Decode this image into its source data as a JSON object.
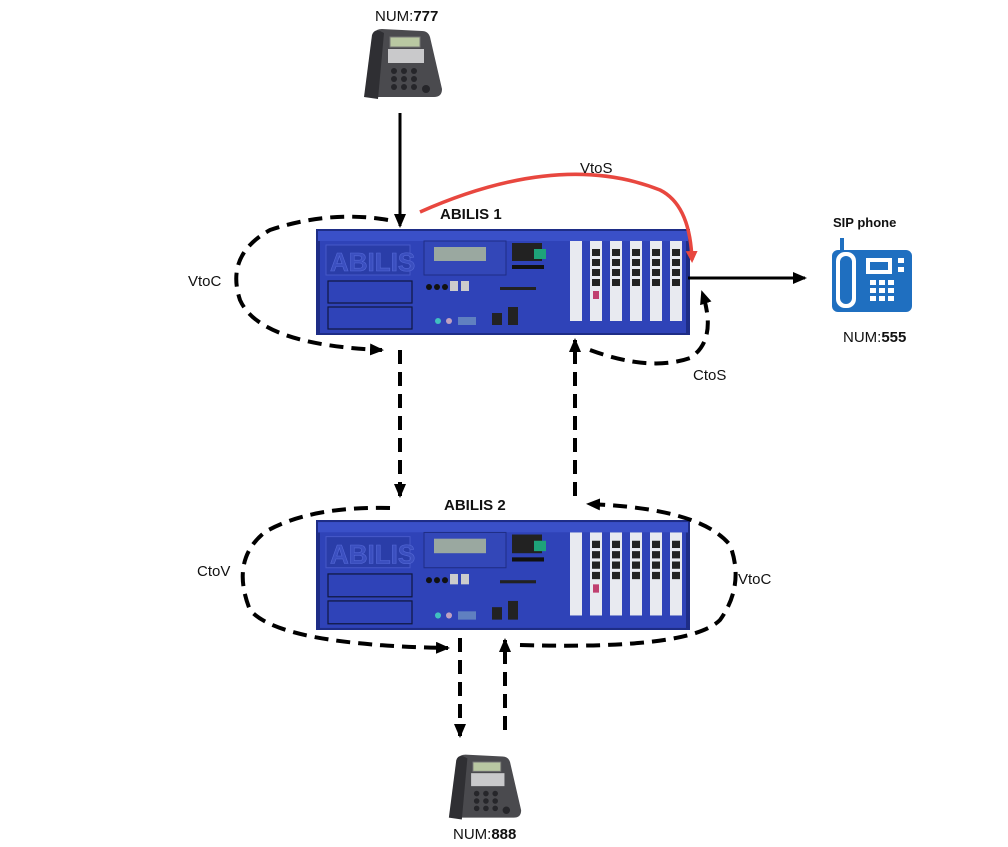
{
  "diagram": {
    "nodes": {
      "phone_top": {
        "prefix": "NUM:",
        "number": "777",
        "kind": "desk-phone"
      },
      "phone_bottom": {
        "prefix": "NUM:",
        "number": "888",
        "kind": "desk-phone"
      },
      "sip_phone": {
        "title": "SIP phone",
        "prefix": "NUM:",
        "number": "555",
        "kind": "sip-phone"
      },
      "abilis1": {
        "title": "ABILIS 1",
        "logo": "ABILIS"
      },
      "abilis2": {
        "title": "ABILIS 2",
        "logo": "ABILIS"
      }
    },
    "edges": {
      "vtos": {
        "label": "VtoS",
        "color": "#e8473f",
        "style": "solid"
      },
      "vtoc_1": {
        "label": "VtoC",
        "style": "dashed"
      },
      "ctos": {
        "label": "CtoS",
        "style": "dashed"
      },
      "ctov": {
        "label": "CtoV",
        "style": "dashed"
      },
      "vtoc_2": {
        "label": "VtoC",
        "style": "dashed"
      }
    },
    "colors": {
      "server_blue": "#2f43b8",
      "server_dark": "#1e2d86",
      "sip_blue": "#1f6fc0",
      "arrow_black": "#000000",
      "arrow_red": "#e8473f"
    }
  }
}
